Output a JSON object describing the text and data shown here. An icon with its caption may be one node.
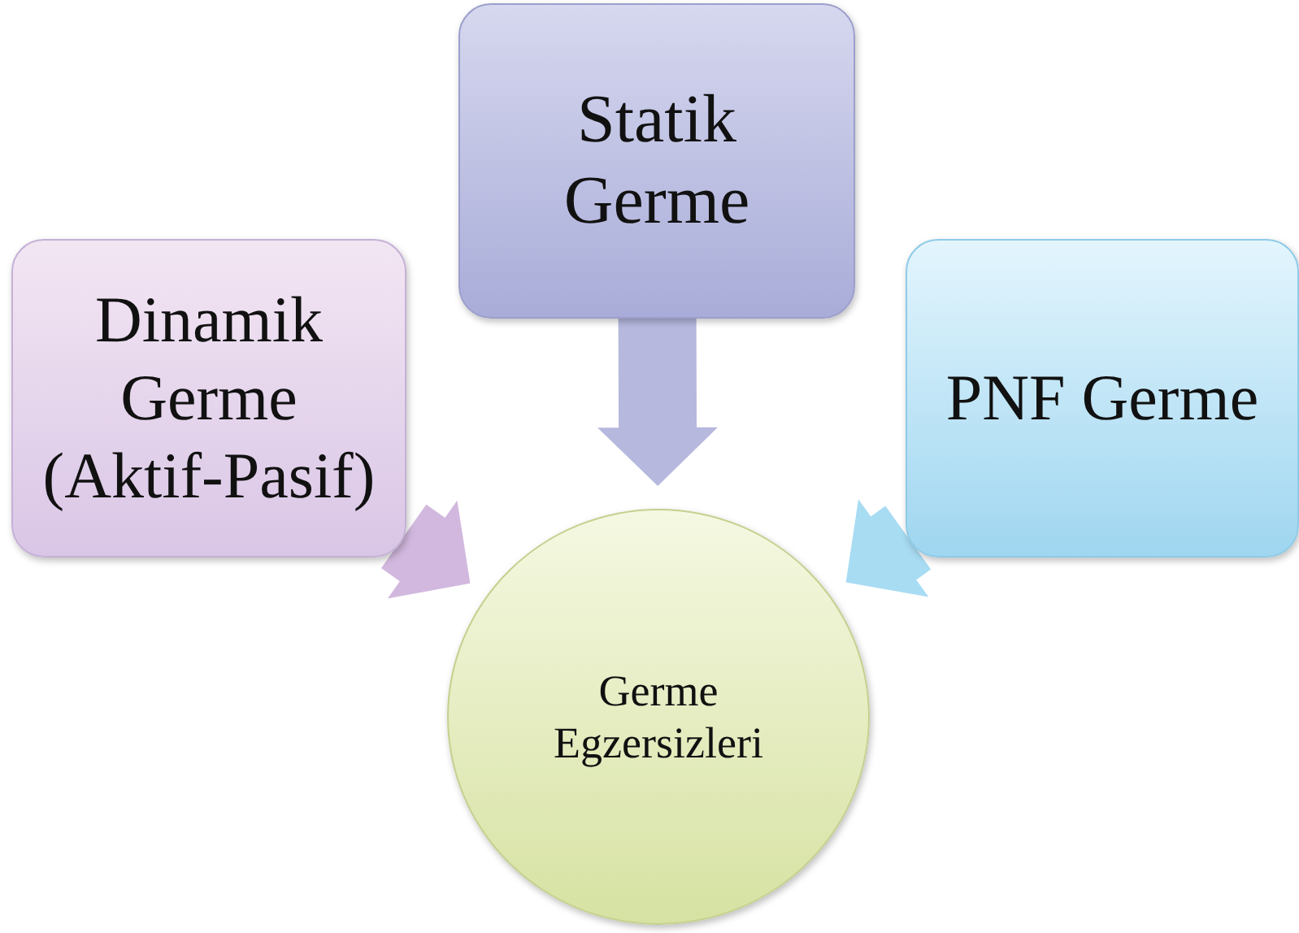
{
  "diagram": {
    "nodes": [
      {
        "text": [
          "Statik Germe"
        ]
      },
      {
        "text": [
          "Dinamik Germe (Aktif-Pasif)"
        ]
      },
      {
        "text": [
          "PNF Germe"
        ]
      },
      {
        "text": [
          "Germe Egzersizleri"
        ]
      }
    ],
    "edges": [
      {
        "from": 0,
        "to": 3,
        "arrow": "to",
        "color": "#b6b8de"
      },
      {
        "from": 1,
        "to": 3,
        "arrow": "to",
        "color": "#d2b8de"
      },
      {
        "from": 2,
        "to": 3,
        "arrow": "to",
        "color": "#a8dcf3"
      }
    ]
  }
}
